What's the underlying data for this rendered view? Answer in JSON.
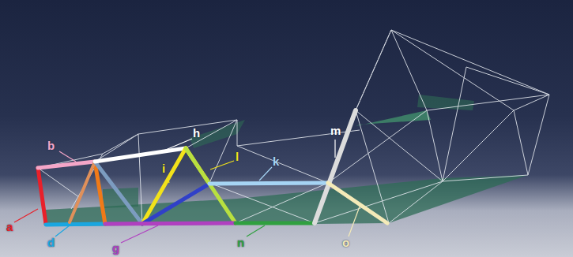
{
  "diagram": {
    "labels": [
      "a",
      "b",
      "d",
      "g",
      "h",
      "i",
      "l",
      "k",
      "m",
      "n",
      "o"
    ]
  }
}
